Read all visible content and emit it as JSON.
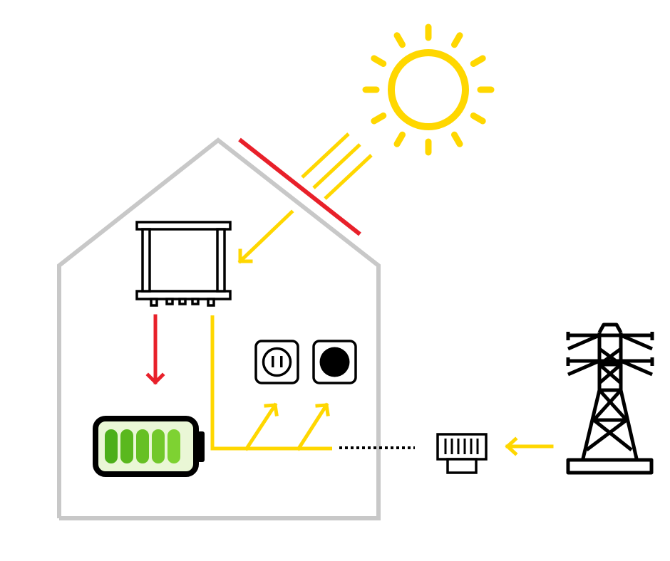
{
  "colors": {
    "background": "#ffffff",
    "house_outline": "#c8c8c8",
    "solar_panel": "#e8202a",
    "sun": "#ffd700",
    "energy_flow": "#ffd700",
    "battery_flow": "#e8202a",
    "device_stroke": "#000000",
    "battery_cells": [
      "#4caf1a",
      "#5ab81e",
      "#66c024",
      "#72c82a",
      "#7ed232"
    ],
    "battery_fill": "#eaf7d6"
  },
  "icons": {
    "sun": "sun-icon",
    "solar_panel": "solar-panel",
    "inverter": "inverter-icon",
    "battery": "battery-icon",
    "socket": "power-socket-icon",
    "appliance": "appliance-icon",
    "meter": "grid-meter-icon",
    "pylon": "power-pylon-icon"
  },
  "battery": {
    "cells": 5,
    "charge_level": 1.0
  }
}
